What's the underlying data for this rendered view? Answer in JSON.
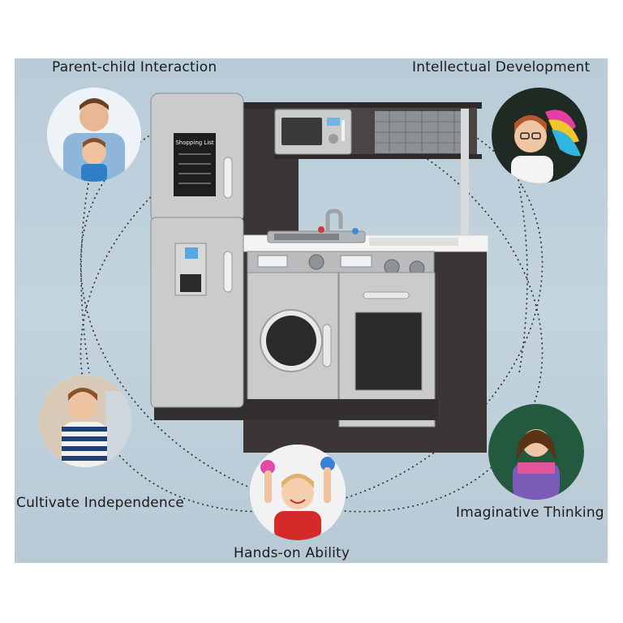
{
  "features": {
    "parent_child": "Parent-child Interaction",
    "intellectual": "Intellectual Development",
    "independence": "Cultivate Independence",
    "imaginative": "Imaginative Thinking",
    "hands_on": "Hands-on Ability"
  },
  "kitchen": {
    "fridge_board_text": "Shopping List"
  },
  "colors": {
    "panel": "#bccfdb",
    "cabinet_dark": "#3b3535",
    "appliance_silver": "#c9cbcd",
    "dotted_line": "#2a2a2a"
  }
}
